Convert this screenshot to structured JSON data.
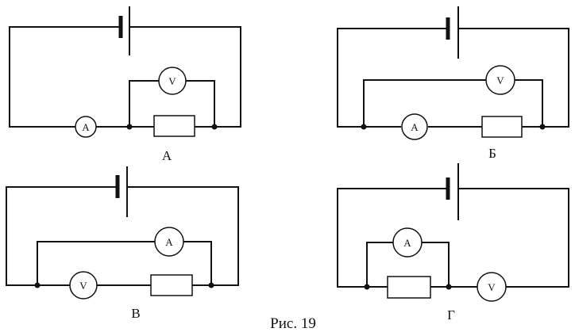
{
  "figure": {
    "caption": "Рис. 19",
    "circuits": [
      {
        "label": "А",
        "ammeter": "A",
        "voltmeter": "V"
      },
      {
        "label": "Б",
        "ammeter": "A",
        "voltmeter": "V"
      },
      {
        "label": "В",
        "ammeter": "A",
        "voltmeter": "V"
      },
      {
        "label": "Г",
        "ammeter": "A",
        "voltmeter": "V"
      }
    ]
  },
  "colors": {
    "ink": "#111111",
    "background": "#ffffff"
  }
}
